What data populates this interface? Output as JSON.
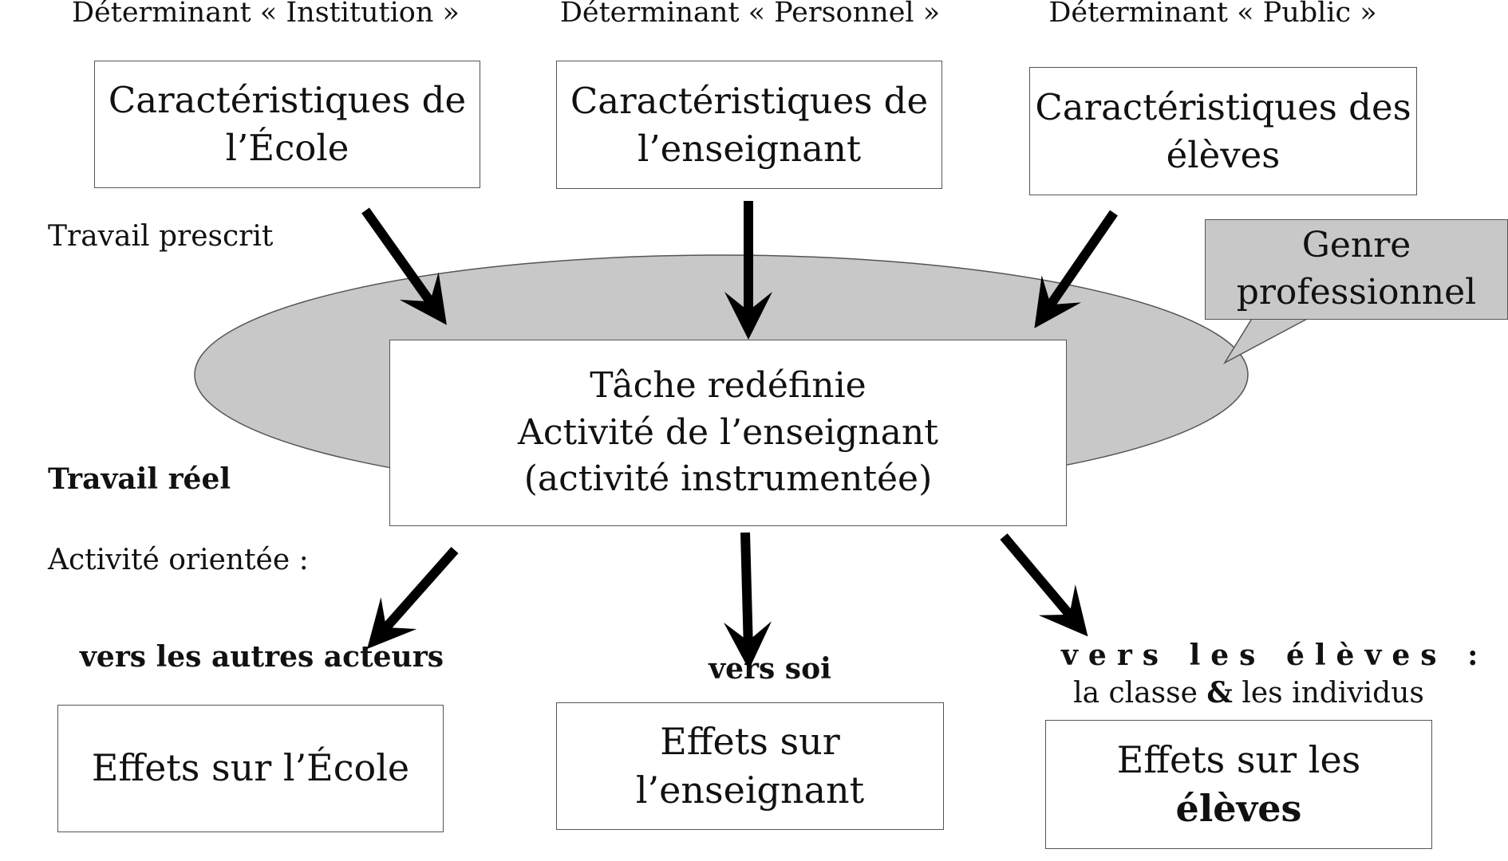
{
  "determinants": [
    {
      "label": "Déterminant « Institution »"
    },
    {
      "label": "Déterminant « Personnel »"
    },
    {
      "label": "Déterminant « Public »"
    }
  ],
  "top_boxes": [
    {
      "line1": "Caractéristiques de",
      "line2": "l’École"
    },
    {
      "line1": "Caractéristiques de",
      "line2": "l’enseignant"
    },
    {
      "line1": "Caractéristiques des",
      "line2": "élèves"
    }
  ],
  "genre": {
    "line1": "Genre",
    "line2": "professionnel"
  },
  "labels": {
    "travail_prescrit": "Travail prescrit",
    "travail_reel": "Travail réel",
    "activite_orientee": "Activité orientée :"
  },
  "center": {
    "line1": "Tâche redéfinie",
    "line2": "Activité de l’enseignant",
    "line3": "(activité instrumentée)"
  },
  "orientations": {
    "autres": "vers les autres acteurs",
    "soi": "vers soi",
    "eleves": "vers les élèves :",
    "eleves_sub_a": "la classe",
    "eleves_amp": "&",
    "eleves_sub_b": "les individus"
  },
  "effects": {
    "ecole": "Effets sur l’École",
    "enseignant": "Effets sur l’enseignant",
    "eleves_prefix": "Effets sur les",
    "eleves_bold": "élèves"
  },
  "colors": {
    "ellipse_fill": "#c8c8c8",
    "arrow": "#000000",
    "border": "#555555"
  }
}
